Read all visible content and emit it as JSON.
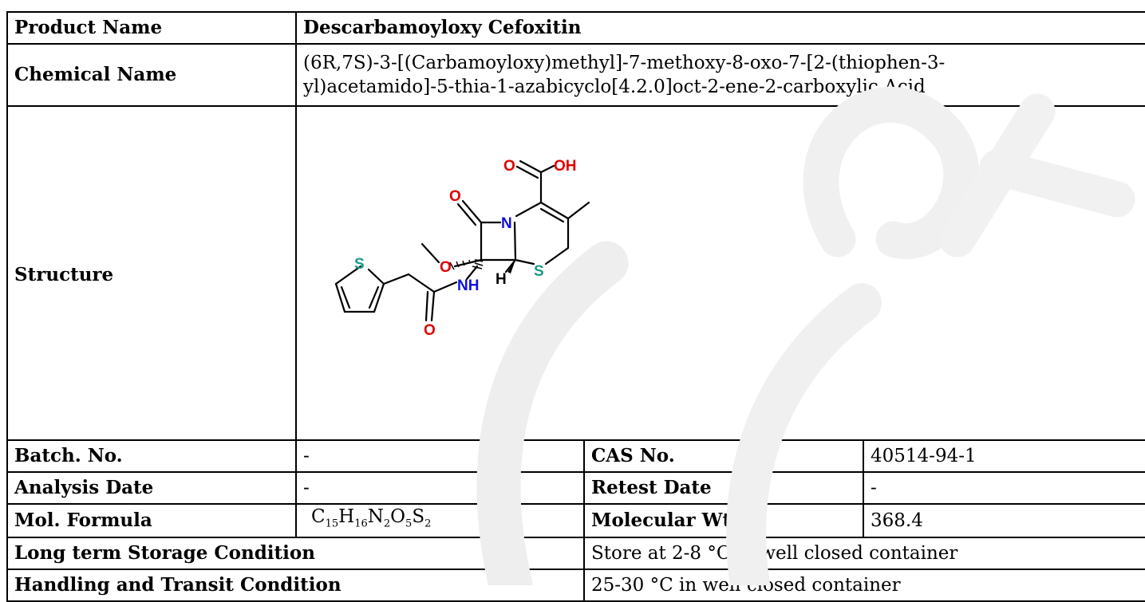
{
  "product": {
    "label": "Product Name",
    "value": "Descarbamoyloxy Cefoxitin"
  },
  "chemical": {
    "label": "Chemical Name",
    "line1": "(6R,7S)-3-[(Carbamoyloxy)methyl]-7-methoxy-8-oxo-7-[2-(thiophen-3-",
    "line2": "yl)acetamido]-5-thia-1-azabicyclo[4.2.0]oct-2-ene-2-carboxylic Acid"
  },
  "structure": {
    "label": "Structure",
    "atoms": {
      "o1": "O",
      "oh": "OH",
      "o2": "O",
      "o3": "O",
      "n1": "N",
      "s1": "S",
      "s2": "S",
      "nh": "NH",
      "h": "H",
      "o4": "O"
    }
  },
  "batch": {
    "label": "Batch. No.",
    "value": "-"
  },
  "cas": {
    "label": "CAS No.",
    "value": "40514-94-1"
  },
  "analysis": {
    "label": "Analysis Date",
    "value": "-"
  },
  "retest": {
    "label": "Retest Date",
    "value": "-"
  },
  "formula": {
    "label": "Mol. Formula",
    "parts": [
      {
        "el": "C",
        "n": "15"
      },
      {
        "el": "H",
        "n": "16"
      },
      {
        "el": "N",
        "n": "2"
      },
      {
        "el": "O",
        "n": "5"
      },
      {
        "el": "S",
        "n": "2"
      }
    ]
  },
  "molwt": {
    "label": "Molecular Wt.",
    "value": "368.4"
  },
  "storage": {
    "label": "Long term Storage Condition",
    "value": "Store at 2-8 °C in well closed container"
  },
  "handling": {
    "label": "Handling and Transit Condition",
    "value": "25-30 °C in well closed container"
  },
  "colors": {
    "oxygen": "#e00000",
    "nitrogen": "#1010e0",
    "sulfur": "#1a9a8a",
    "bond": "#000000"
  }
}
